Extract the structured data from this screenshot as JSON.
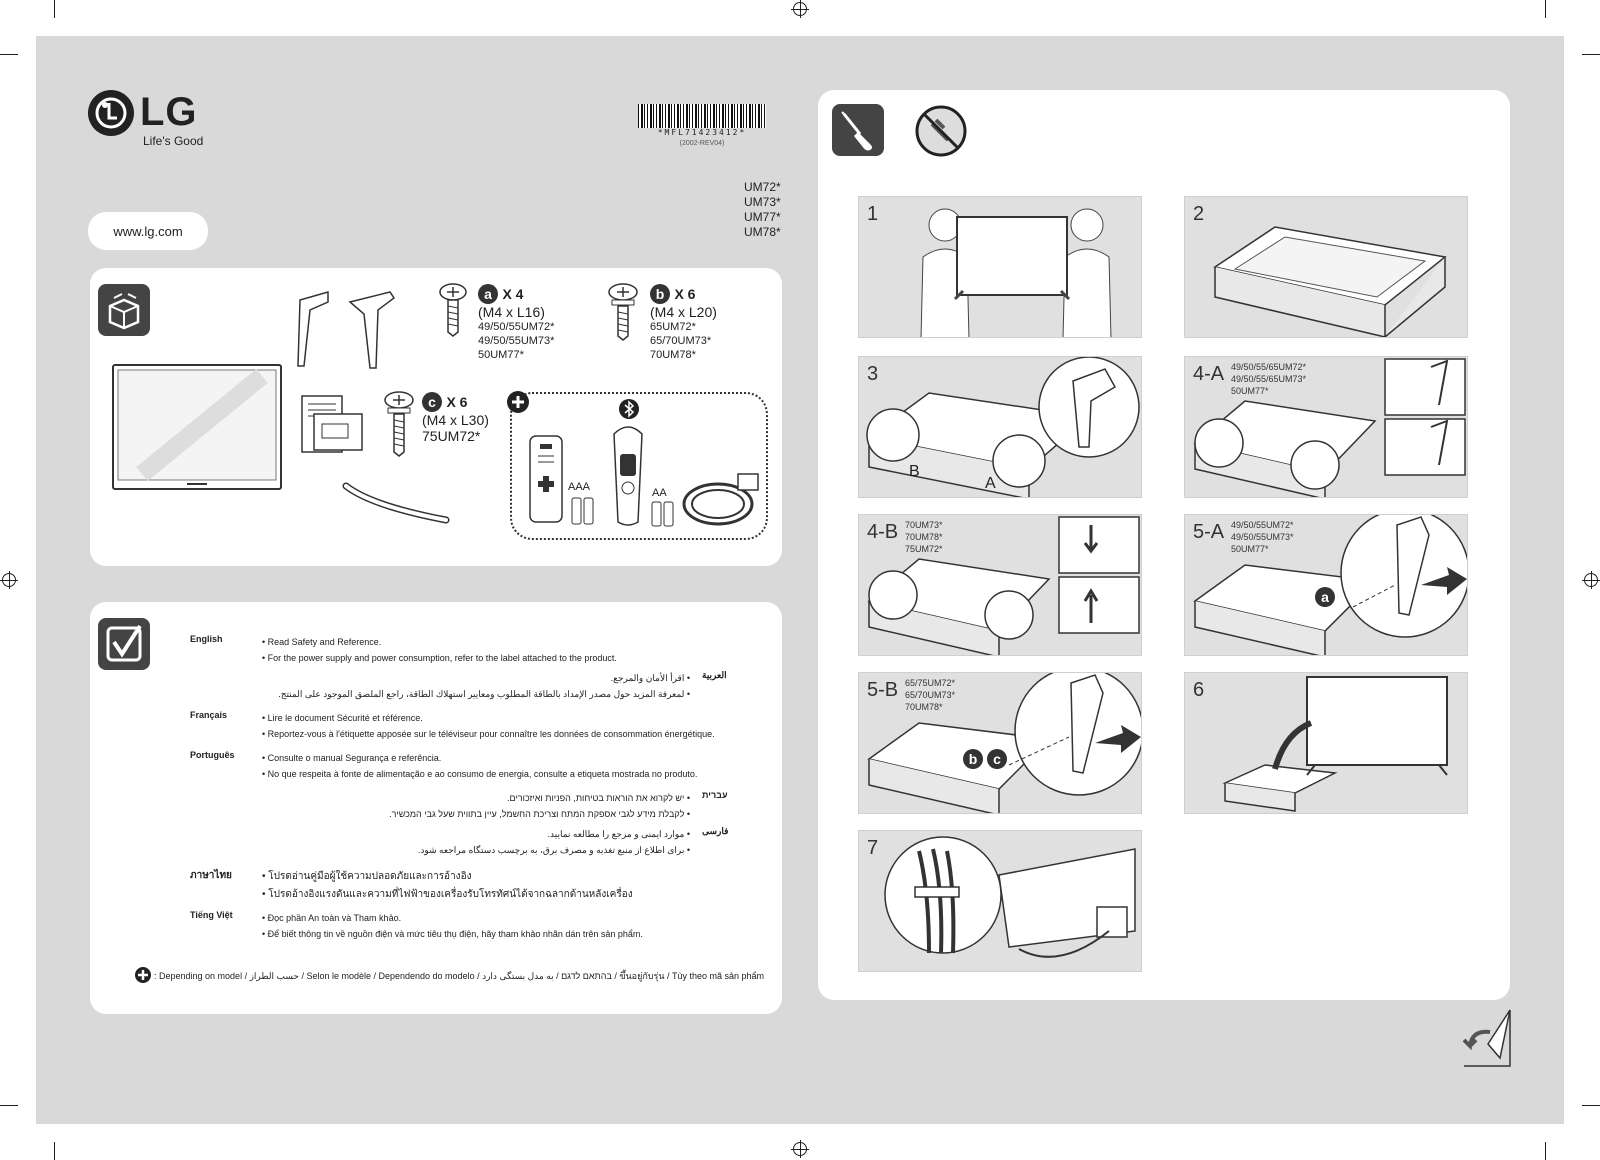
{
  "header": {
    "logo_text": "LG",
    "tagline": "Life's Good",
    "url": "www.lg.com",
    "barcode_text": "*MFL71423412*",
    "revision": "(2002-REV04)",
    "models": [
      "UM72*",
      "UM73*",
      "UM77*",
      "UM78*"
    ]
  },
  "accessories": {
    "screw_a": {
      "letter": "a",
      "qty": "X 4",
      "spec": "(M4 x L16)",
      "models": [
        "49/50/55UM72*",
        "49/50/55UM73*",
        "50UM77*"
      ]
    },
    "screw_b": {
      "letter": "b",
      "qty": "X 6",
      "spec": "(M4 x L20)",
      "models": [
        "65UM72*",
        "65/70UM73*",
        "70UM78*"
      ]
    },
    "screw_c": {
      "letter": "c",
      "qty": "X 6",
      "spec": "(M4 x L30)",
      "models": [
        "75UM72*"
      ]
    },
    "battery_aaa": "AAA",
    "battery_aa": "AA"
  },
  "languages": [
    {
      "name": "English",
      "lines": [
        "• Read Safety and Reference.",
        "• For the power supply and power consumption, refer to the label attached to the product."
      ]
    },
    {
      "name": "العربية",
      "rtl": true,
      "lines": [
        "• اقرأ الأمان والمرجع.",
        "• لمعرفة المزيد حول مصدر الإمداد بالطاقة المطلوب ومعايير استهلاك الطاقة، راجع الملصق الموجود على المنتج."
      ]
    },
    {
      "name": "Français",
      "lines": [
        "• Lire le document Sécurité et référence.",
        "• Reportez-vous à l'étiquette apposée sur le téléviseur pour connaître les données de consommation énergétique."
      ]
    },
    {
      "name": "Português",
      "lines": [
        "• Consulte o manual Segurança e referência.",
        "• No que respeita à fonte de alimentação e ao consumo de energia, consulte a etiqueta mostrada no produto."
      ]
    },
    {
      "name": "עברית",
      "rtl": true,
      "lines": [
        "• יש לקרוא את הוראות בטיחות, הפניות ואיזכורים.",
        "• לקבלת מידע לגבי אספקת המתח וצריכת החשמל, עיין בתווית שעל גבי המכשיר."
      ]
    },
    {
      "name": "فارسی",
      "rtl": true,
      "lines": [
        "• موارد ایمنی و مرجع را مطالعه نمایید.",
        "• برای اطلاع از منبع تغذیه و مصرف برق، به برچسب دستگاه مراجعه شود."
      ]
    },
    {
      "name": "ภาษาไทย",
      "lines": [
        "• โปรดอ่านคู่มือผู้ใช้ความปลอดภัยและการอ้างอิง",
        "• โปรดอ้างอิงแรงดันและความที่ไฟฟ้าของเครื่องรับโทรทัศน์ได้จากฉลากด้านหลังเครื่อง"
      ]
    },
    {
      "name": "Tiếng Việt",
      "lines": [
        "• Đọc phần An toàn và Tham khảo.",
        "• Để biết thông tin về nguồn điện và mức tiêu thụ điện, hãy tham khảo nhãn dán trên sản phẩm."
      ]
    }
  ],
  "footer_note": ": Depending on model / حسب الطراز / Selon le modèle / Dependendo do modelo / בהתאם לדגם / به مدل بستگی دارد / ขึ้นอยู่กับรุ่น / Tùy theo mã sản phẩm",
  "steps": [
    {
      "num": "1",
      "models": []
    },
    {
      "num": "2",
      "models": []
    },
    {
      "num": "3",
      "models": [],
      "labels": [
        "B",
        "A"
      ]
    },
    {
      "num": "4-A",
      "models": [
        "49/50/55/65UM72*",
        "49/50/55/65UM73*",
        "50UM77*"
      ]
    },
    {
      "num": "4-B",
      "models": [
        "70UM73*",
        "70UM78*",
        "75UM72*"
      ]
    },
    {
      "num": "5-A",
      "models": [
        "49/50/55UM72*",
        "49/50/55UM73*",
        "50UM77*"
      ],
      "labels": [
        "a"
      ]
    },
    {
      "num": "5-B",
      "models": [
        "65/75UM72*",
        "65/70UM73*",
        "70UM78*"
      ],
      "labels": [
        "b",
        "c"
      ]
    },
    {
      "num": "6",
      "models": []
    },
    {
      "num": "7",
      "models": []
    }
  ]
}
